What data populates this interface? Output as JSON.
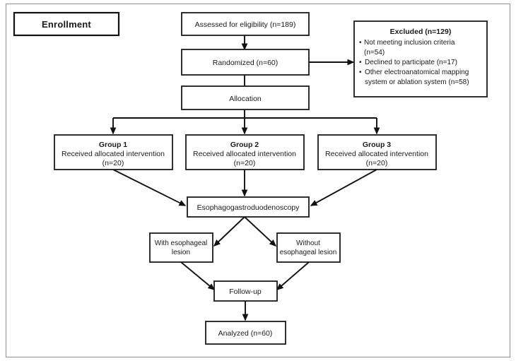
{
  "figure": {
    "type": "consort-flow-diagram",
    "title_label": "Enrollment",
    "colors": {
      "box_stroke": "#1a1a1a",
      "connector": "#111111",
      "frame": "#9a9a9a",
      "background": "#ffffff",
      "text": "#1a1a1a"
    }
  },
  "nodes": {
    "enrollment": {
      "label": "Enrollment"
    },
    "assessed": {
      "line1": "Assessed for eligibility (n=189)"
    },
    "randomized": {
      "line1": "Randomized (n=60)"
    },
    "allocation": {
      "line1": "Allocation"
    },
    "excluded": {
      "heading": "Excluded (n=129)",
      "bullets": [
        "Not meeting inclusion criteria",
        "(n=54)",
        "Declined to participate (n=17)",
        "Other electroanatomical mapping",
        "system or ablation system (n=58)"
      ],
      "bullet_marks": [
        true,
        false,
        true,
        true,
        false
      ]
    },
    "group1": {
      "line1": "Group 1",
      "line2": "Received allocated intervention",
      "line3": "(n=20)"
    },
    "group2": {
      "line1": "Group 2",
      "line2": "Received allocated intervention",
      "line3": "(n=20)"
    },
    "group3": {
      "line1": "Group 3",
      "line2": "Received allocated intervention",
      "line3": "(n=20)"
    },
    "egd": {
      "line1": "Esophagogastroduodenoscopy"
    },
    "with_lesion": {
      "line1": "With esophageal",
      "line2": "lesion"
    },
    "without_lesion": {
      "line1": "Without",
      "line2": "esophageal lesion"
    },
    "followup": {
      "line1": "Follow-up"
    },
    "analyzed": {
      "line1": "Analyzed (n=60)"
    }
  },
  "chart_data": {
    "type": "diagram",
    "title": "CONSORT participant flow diagram",
    "stages": [
      {
        "stage": "Assessed for eligibility",
        "n": 189
      },
      {
        "stage": "Excluded",
        "n": 129
      },
      {
        "stage": "Not meeting inclusion criteria",
        "n": 54
      },
      {
        "stage": "Declined to participate",
        "n": 17
      },
      {
        "stage": "Other electroanatomical mapping system or ablation system",
        "n": 58
      },
      {
        "stage": "Randomized",
        "n": 60
      },
      {
        "stage": "Group 1 Received allocated intervention",
        "n": 20
      },
      {
        "stage": "Group 2 Received allocated intervention",
        "n": 20
      },
      {
        "stage": "Group 3 Received allocated intervention",
        "n": 20
      },
      {
        "stage": "Analyzed",
        "n": 60
      }
    ]
  }
}
